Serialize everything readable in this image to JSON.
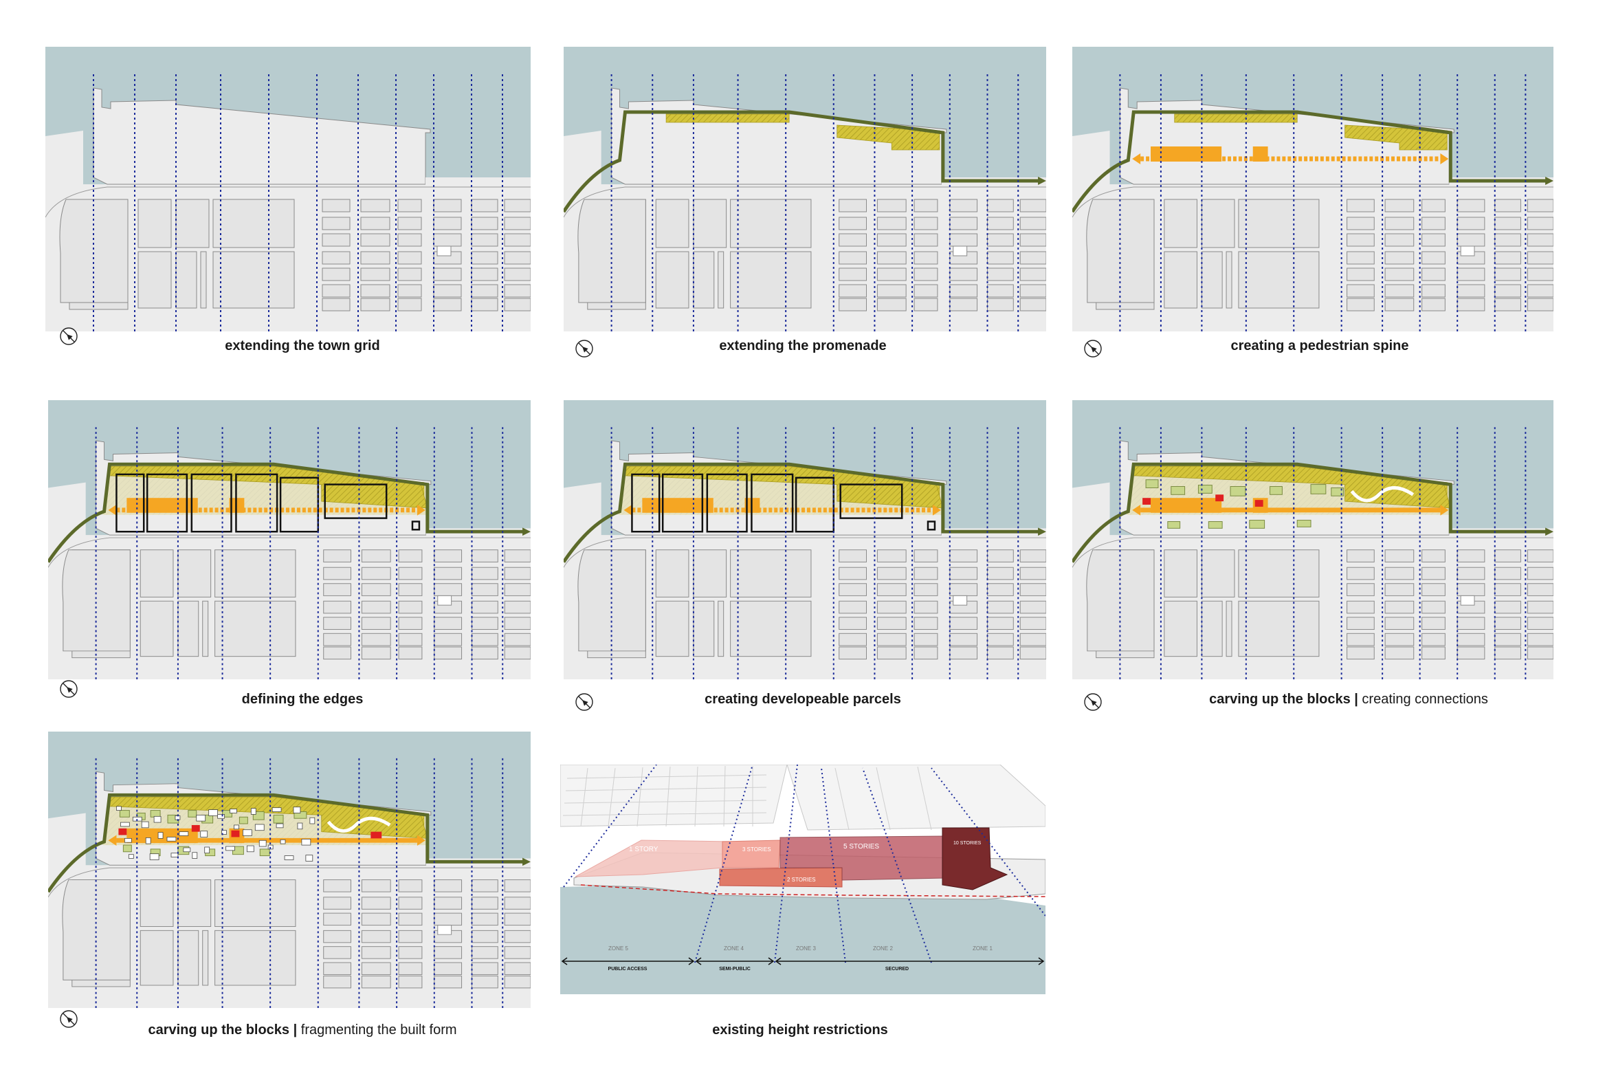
{
  "colors": {
    "water": "#b8cccf",
    "land": "#ececec",
    "block_stroke": "#8a8a8a",
    "grid_line": "#1a2a9a",
    "promenade": "#5c6a2a",
    "hatch": "#d4c43a",
    "spine": "#f5a623",
    "parcel_stroke": "#111111",
    "green": "#c7d68a",
    "red": "#e02020"
  },
  "panels": [
    {
      "id": "p1",
      "caption_bold": "extending the town grid",
      "caption_normal": "",
      "icon": "compass-icon"
    },
    {
      "id": "p2",
      "caption_bold": "extending the promenade",
      "caption_normal": "",
      "icon": "compass-icon"
    },
    {
      "id": "p3",
      "caption_bold": "creating a pedestrian spine",
      "caption_normal": "",
      "icon": "compass-icon"
    },
    {
      "id": "p4",
      "caption_bold": "defining the edges",
      "caption_normal": "",
      "icon": "compass-icon"
    },
    {
      "id": "p5",
      "caption_bold": "creating developeable parcels",
      "caption_normal": "",
      "icon": "compass-icon"
    },
    {
      "id": "p6",
      "caption_bold": "carving up the blocks |",
      "caption_normal": " creating connections",
      "icon": "compass-icon"
    },
    {
      "id": "p7",
      "caption_bold": "carving up the blocks |",
      "caption_normal": " fragmenting the built form",
      "icon": "compass-icon"
    },
    {
      "id": "p8",
      "caption_bold": "existing height restrictions",
      "caption_normal": "",
      "icon": ""
    }
  ],
  "height_diagram": {
    "stories": [
      "1 STORY",
      "3 STORIES",
      "5 STORIES",
      "10 STORIES",
      "2 STORIES"
    ],
    "zones": [
      "ZONE 5",
      "ZONE 4",
      "ZONE 3",
      "ZONE 2",
      "ZONE 1"
    ],
    "access": [
      "PUBLIC ACCESS",
      "SEMI-PUBLIC",
      "SECURED"
    ]
  }
}
